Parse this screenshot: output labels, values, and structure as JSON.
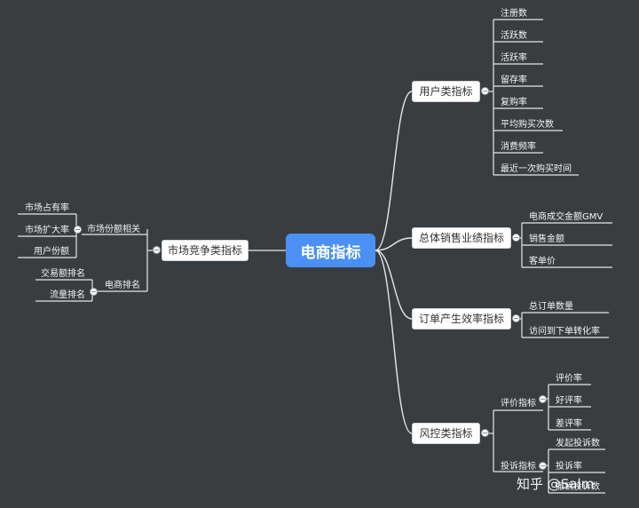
{
  "root": {
    "label": "电商指标"
  },
  "branches": [
    {
      "label": "用户类指标",
      "leaves": [
        "注册数",
        "活跃数",
        "活跃率",
        "留存率",
        "复购率",
        "平均购买次数",
        "消费频率",
        "最近一次购买时间"
      ]
    },
    {
      "label": "总体销售业绩指标",
      "leaves": [
        "电商成交金额GMV",
        "销售金额",
        "客单价"
      ]
    },
    {
      "label": "订单产生效率指标",
      "leaves": [
        "总订单数量",
        "访问到下单转化率"
      ]
    },
    {
      "label": "风控类指标",
      "groups": [
        {
          "label": "评价指标",
          "leaves": [
            "评价率",
            "好评率",
            "差评率"
          ]
        },
        {
          "label": "投诉指标",
          "leaves": [
            "发起投诉数",
            "投诉率",
            "撤销投诉数"
          ]
        }
      ]
    },
    {
      "label": "市场竞争类指标",
      "groups": [
        {
          "label": "市场份额相关",
          "leaves": [
            "市场占有率",
            "市场扩大率",
            "用户份额"
          ]
        },
        {
          "label": "电商排名",
          "leaves": [
            "交易额排名",
            "流量排名"
          ]
        }
      ]
    }
  ],
  "watermark": "知乎 @Salm"
}
